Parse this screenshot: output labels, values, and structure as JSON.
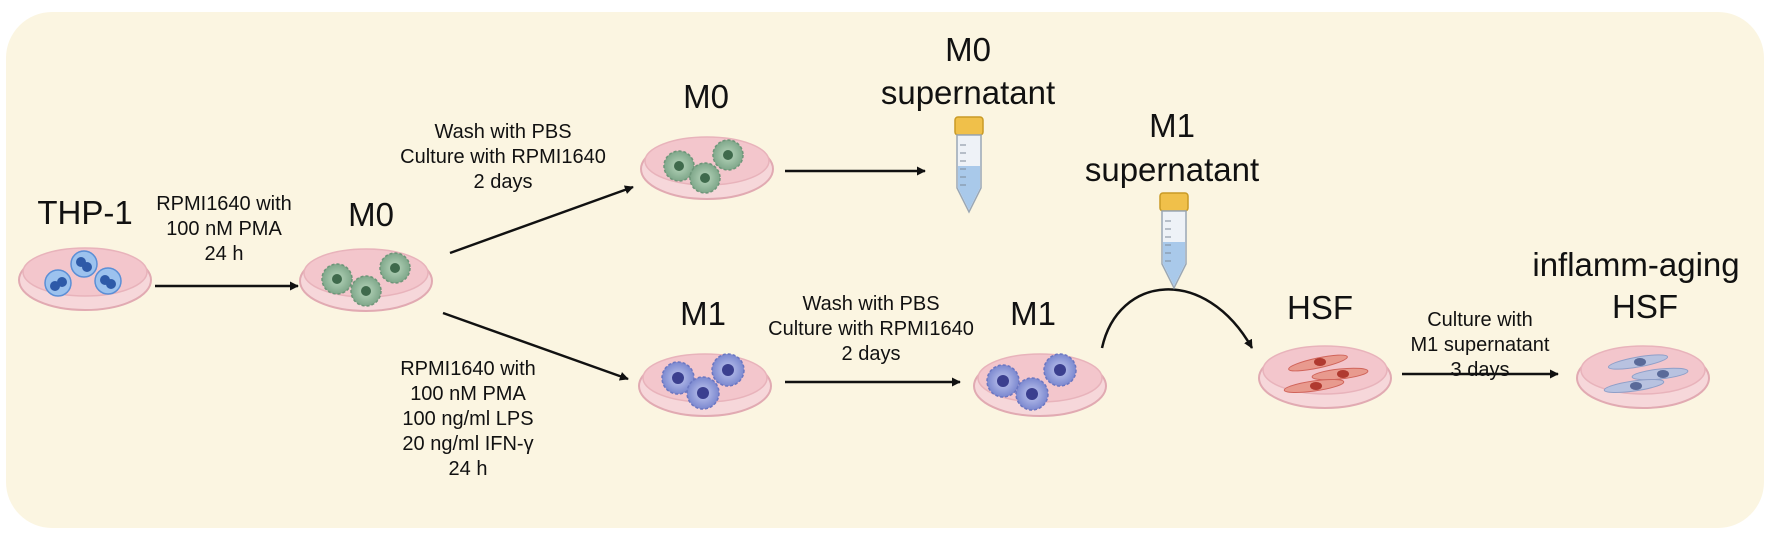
{
  "nodes": {
    "thp1": "THP-1",
    "m0_a": "M0",
    "m0_b": "M0",
    "m0_sup": [
      "M0",
      "supernatant"
    ],
    "m1_a": "M1",
    "m1_b": "M1",
    "m1_sup": [
      "M1",
      "supernatant"
    ],
    "hsf": "HSF",
    "inflamm": [
      "inflamm-aging",
      "HSF"
    ]
  },
  "steps": {
    "thp1_to_m0": [
      "RPMI1640 with",
      "100 nM PMA",
      "24 h"
    ],
    "m0_to_m0": [
      "Wash with PBS",
      "Culture with RPMI1640",
      "2 days"
    ],
    "m0_to_m1": [
      "RPMI1640 with",
      "100 nM PMA",
      "100 ng/ml LPS",
      "20 ng/ml IFN-γ",
      "24 h"
    ],
    "m1_to_m1": [
      "Wash with PBS",
      "Culture with RPMI1640",
      "2 days"
    ],
    "hsf_to_inflamm": [
      "Culture with",
      "M1 supernatant",
      "3 days"
    ]
  },
  "colors": {
    "background": "#fbf5e1",
    "dish_medium": "#f3c6cc",
    "monocyte": "#5b8fd6",
    "m0_macrophage": "#8fb89a",
    "m1_macrophage": "#7f8fd4",
    "fibroblast": "#d0645a",
    "aged_fibroblast": "#8f9fc8",
    "tube_liquid": "#a9c9ea",
    "tube_cap": "#f0c04a"
  }
}
